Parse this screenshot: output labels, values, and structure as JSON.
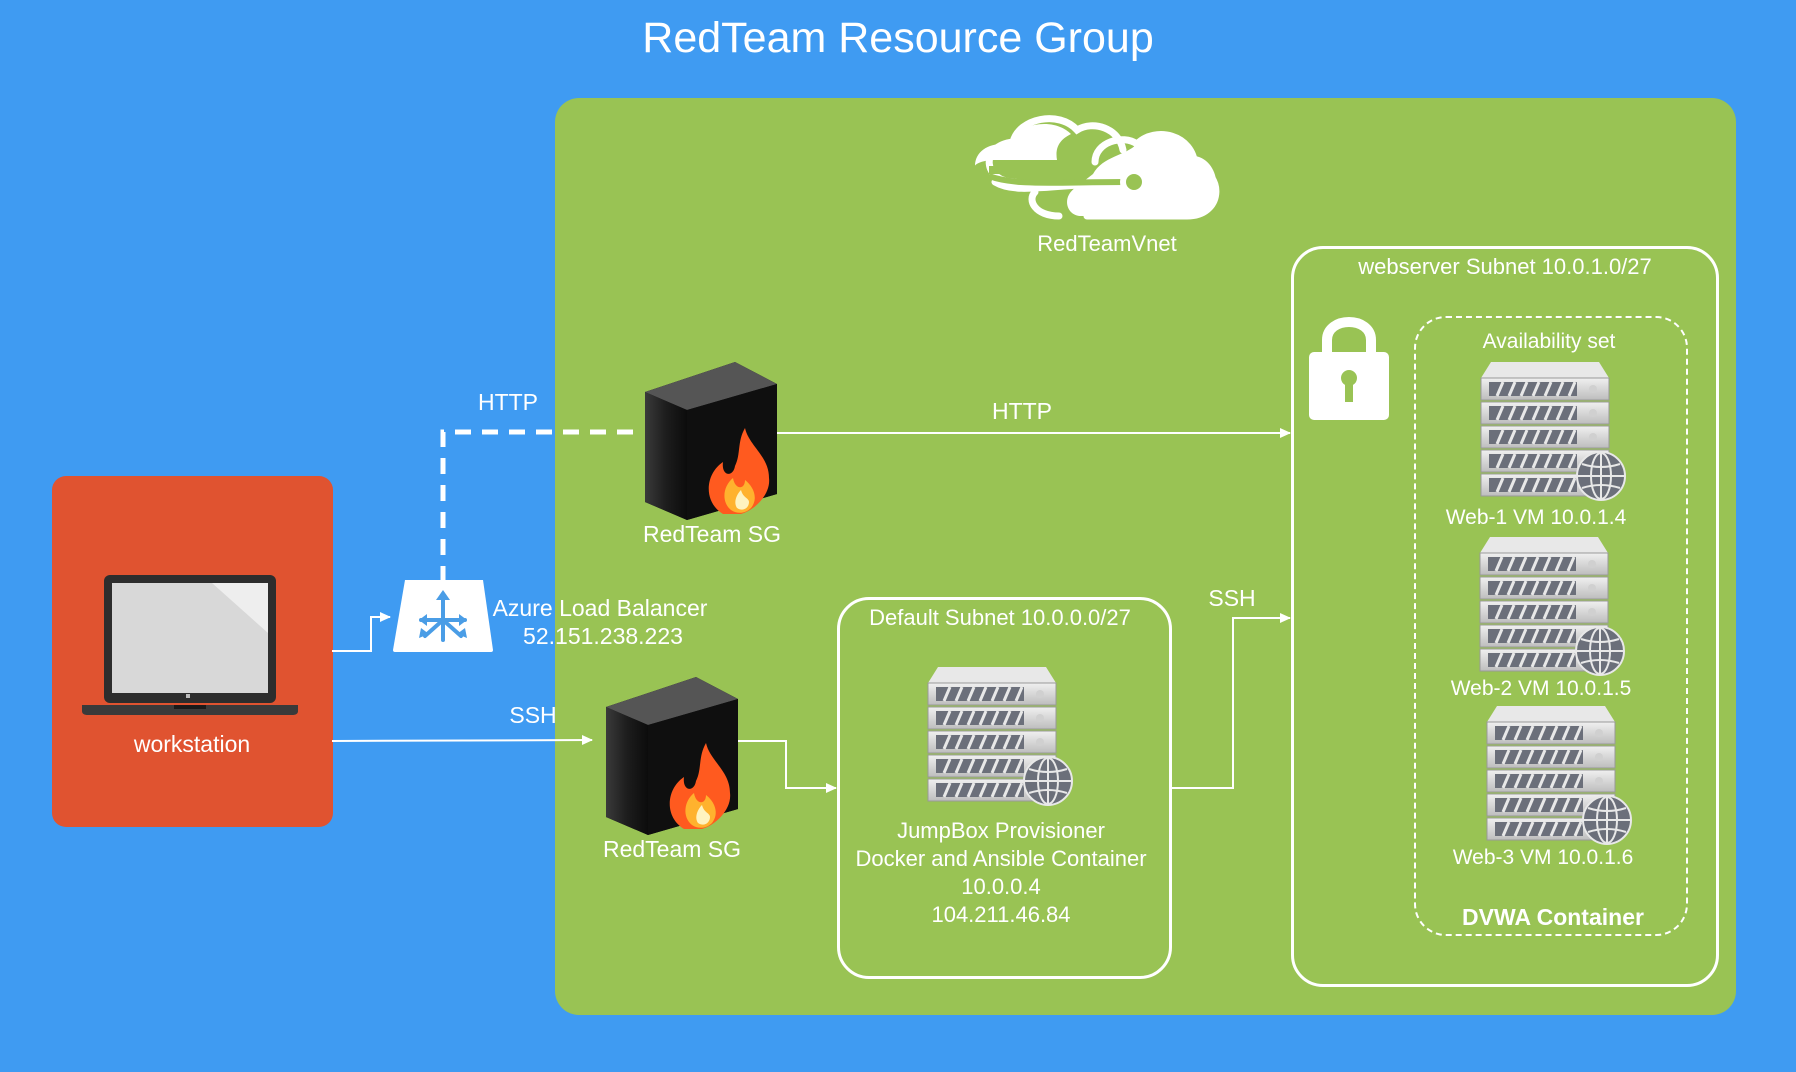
{
  "diagram": {
    "title": "RedTeam Resource Group",
    "vnet_label": "RedTeamVnet",
    "workstation_label": "workstation",
    "load_balancer": {
      "name": "Azure Load Balancer",
      "ip": "52.151.238.223"
    },
    "security_groups": {
      "top_label": "RedTeam SG",
      "bottom_label": "RedTeam SG"
    },
    "connections": {
      "http_to_sg": "HTTP",
      "http_to_webservers": "HTTP",
      "ssh_to_sg": "SSH",
      "ssh_to_webservers": "SSH"
    },
    "default_subnet": {
      "title": "Default Subnet 10.0.0.0/27",
      "jumpbox_line1": "JumpBox Provisioner",
      "jumpbox_line2": "Docker and Ansible Container",
      "jumpbox_private_ip": "10.0.0.4",
      "jumpbox_public_ip": "104.211.46.84"
    },
    "webserver_subnet": {
      "title": "webserver Subnet 10.0.1.0/27",
      "availability_set_label": "Availability set",
      "vms": [
        {
          "label": "Web-1 VM 10.0.1.4"
        },
        {
          "label": "Web-2 VM 10.0.1.5"
        },
        {
          "label": "Web-3 VM 10.0.1.6"
        }
      ],
      "container_label": "DVWA Container"
    },
    "colors": {
      "resource_group_bg": "#3f9bf2",
      "vnet_bg": "#99c354",
      "workstation_bg": "#e05330",
      "line_color": "#ffffff"
    },
    "icons": [
      "cloud-vnet-icon",
      "laptop-icon",
      "load-balancer-icon",
      "firewall-icon",
      "server-globe-icon",
      "lock-icon"
    ]
  }
}
